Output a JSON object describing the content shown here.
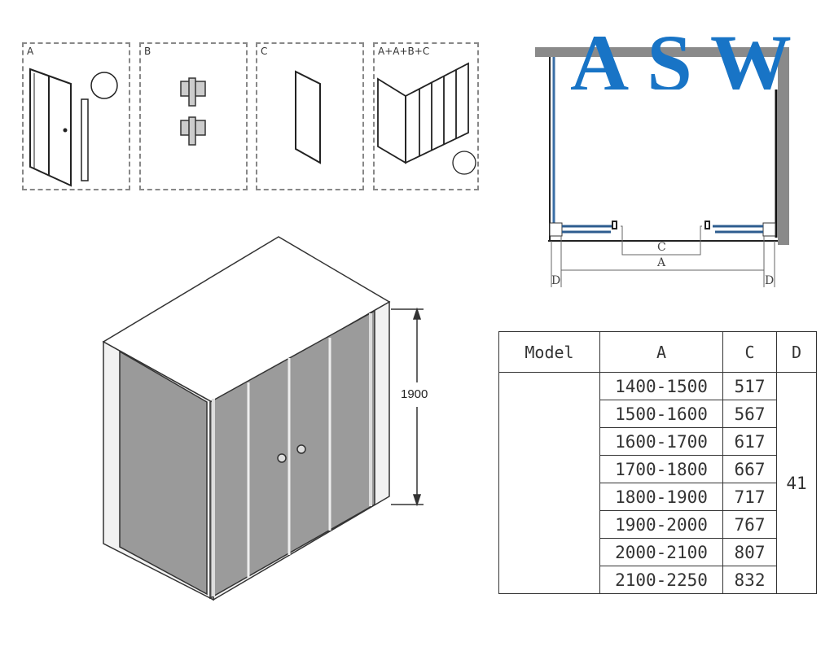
{
  "components": [
    {
      "label": "A"
    },
    {
      "label": "B"
    },
    {
      "label": "C"
    },
    {
      "label": "A+A+B+C"
    }
  ],
  "brand": {
    "logo_text": "ASW",
    "color": "#1874c6"
  },
  "plan": {
    "label_c": "C",
    "label_a": "A",
    "label_d_left": "D",
    "label_d_right": "D"
  },
  "elevation": {
    "height_label": "1900"
  },
  "table": {
    "headers": [
      "Model",
      "A",
      "C",
      "D"
    ],
    "model": "",
    "d_value": "41",
    "rows": [
      {
        "a": "1400-1500",
        "c": "517"
      },
      {
        "a": "1500-1600",
        "c": "567"
      },
      {
        "a": "1600-1700",
        "c": "617"
      },
      {
        "a": "1700-1800",
        "c": "667"
      },
      {
        "a": "1800-1900",
        "c": "717"
      },
      {
        "a": "1900-2000",
        "c": "767"
      },
      {
        "a": "2000-2100",
        "c": "807"
      },
      {
        "a": "2100-2250",
        "c": "832"
      }
    ]
  }
}
